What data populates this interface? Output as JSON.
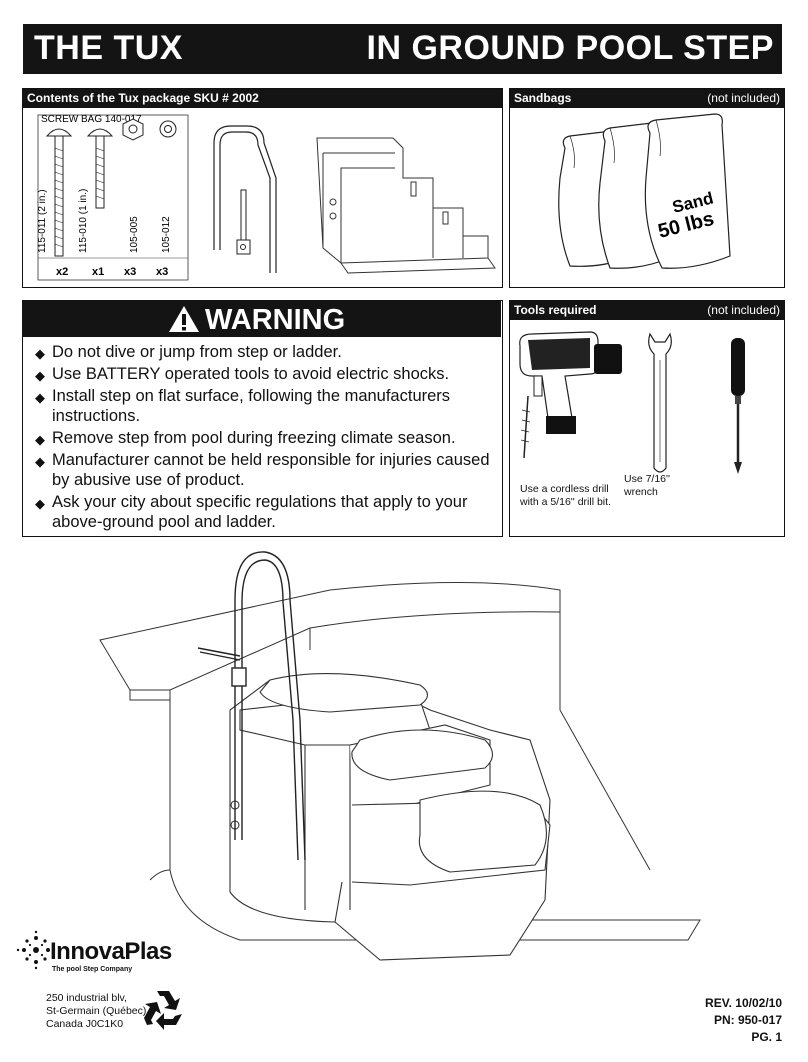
{
  "header": {
    "title_left": "THE TUX",
    "title_right": "IN GROUND POOL STEP"
  },
  "contents": {
    "heading": "Contents of the Tux package SKU # 2002",
    "screw_bag": "SCREW BAG 140-017",
    "parts": [
      {
        "code": "115-011 (2 in.)",
        "qty": "x2",
        "icon": "long-bolt-icon"
      },
      {
        "code": "115-010 (1 in.)",
        "qty": "x1",
        "icon": "short-bolt-icon"
      },
      {
        "code": "105-005",
        "qty": "x3",
        "icon": "nut-icon"
      },
      {
        "code": "105-012",
        "qty": "x3",
        "icon": "washer-icon"
      }
    ]
  },
  "sandbags": {
    "heading": "Sandbags",
    "note": "(not included)",
    "bag_line1": "Sand",
    "bag_line2": "50 lbs"
  },
  "warning": {
    "title": "WARNING",
    "items": [
      "Do not dive or jump from step or ladder.",
      "Use BATTERY operated tools to avoid electric shocks.",
      "Install step on flat surface, following the manufacturers instructions.",
      "Remove step from pool during freezing climate season.",
      "Manufacturer cannot be held responsible for injuries caused by abusive use of product.",
      "Ask your city about specific regulations that apply to your above-ground pool and ladder."
    ]
  },
  "tools": {
    "heading": "Tools required",
    "note": "(not included)",
    "drill_caption_1": "Use a cordless drill",
    "drill_caption_2": "with a 5/16'' drill bit.",
    "wrench_caption_1": "Use  7/16''",
    "wrench_caption_2": "wrench"
  },
  "footer": {
    "brand": "InnovaPlas",
    "tagline": "The pool Step Company",
    "address": [
      "250 industrial blv,",
      "St-Germain (Québec),",
      "Canada J0C1K0"
    ],
    "rev": "REV. 10/02/10",
    "pn": "PN: 950-017",
    "page": "PG. 1"
  }
}
